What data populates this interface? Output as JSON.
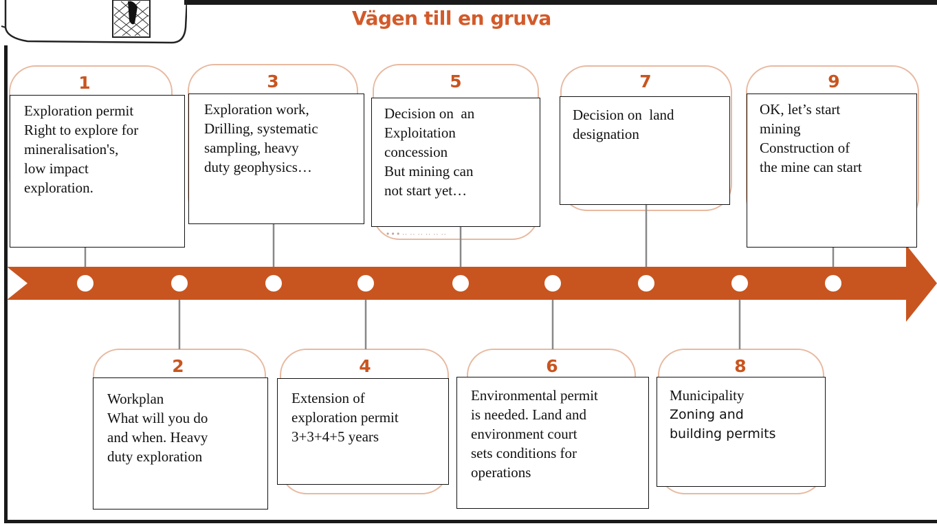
{
  "title": "Vägen till en gruva",
  "colors": {
    "accent": "#c8551f",
    "arrow": "#c8551f",
    "card_border": "#e8b9a0"
  },
  "steps": [
    {
      "num": "1",
      "lines": [
        "Exploration permit",
        "Right to explore for",
        "mineralisation's,",
        "low impact",
        "exploration."
      ]
    },
    {
      "num": "2",
      "lines": [
        "Workplan",
        "What will you do",
        "and when. Heavy",
        "duty exploration"
      ]
    },
    {
      "num": "3",
      "lines": [
        "Exploration work,",
        "Drilling, systematic",
        "sampling, heavy",
        "duty geophysics…"
      ]
    },
    {
      "num": "4",
      "lines": [
        "Extension of",
        "exploration permit",
        "3+3+4+5 years"
      ]
    },
    {
      "num": "5",
      "lines": [
        "Decision on  an",
        "Exploitation",
        "concession",
        "But mining can",
        "not start yet…"
      ]
    },
    {
      "num": "6",
      "lines": [
        "Environmental permit",
        "is needed. Land and",
        "environment court",
        "sets conditions for",
        "operations"
      ]
    },
    {
      "num": "7",
      "lines": [
        "Decision on  land",
        "designation"
      ]
    },
    {
      "num": "8",
      "lines": [
        "Municipality",
        "Zoning and",
        "building permits"
      ]
    },
    {
      "num": "9",
      "lines": [
        "OK, let’s start",
        "mining",
        "Construction of",
        "the mine can start"
      ]
    }
  ]
}
